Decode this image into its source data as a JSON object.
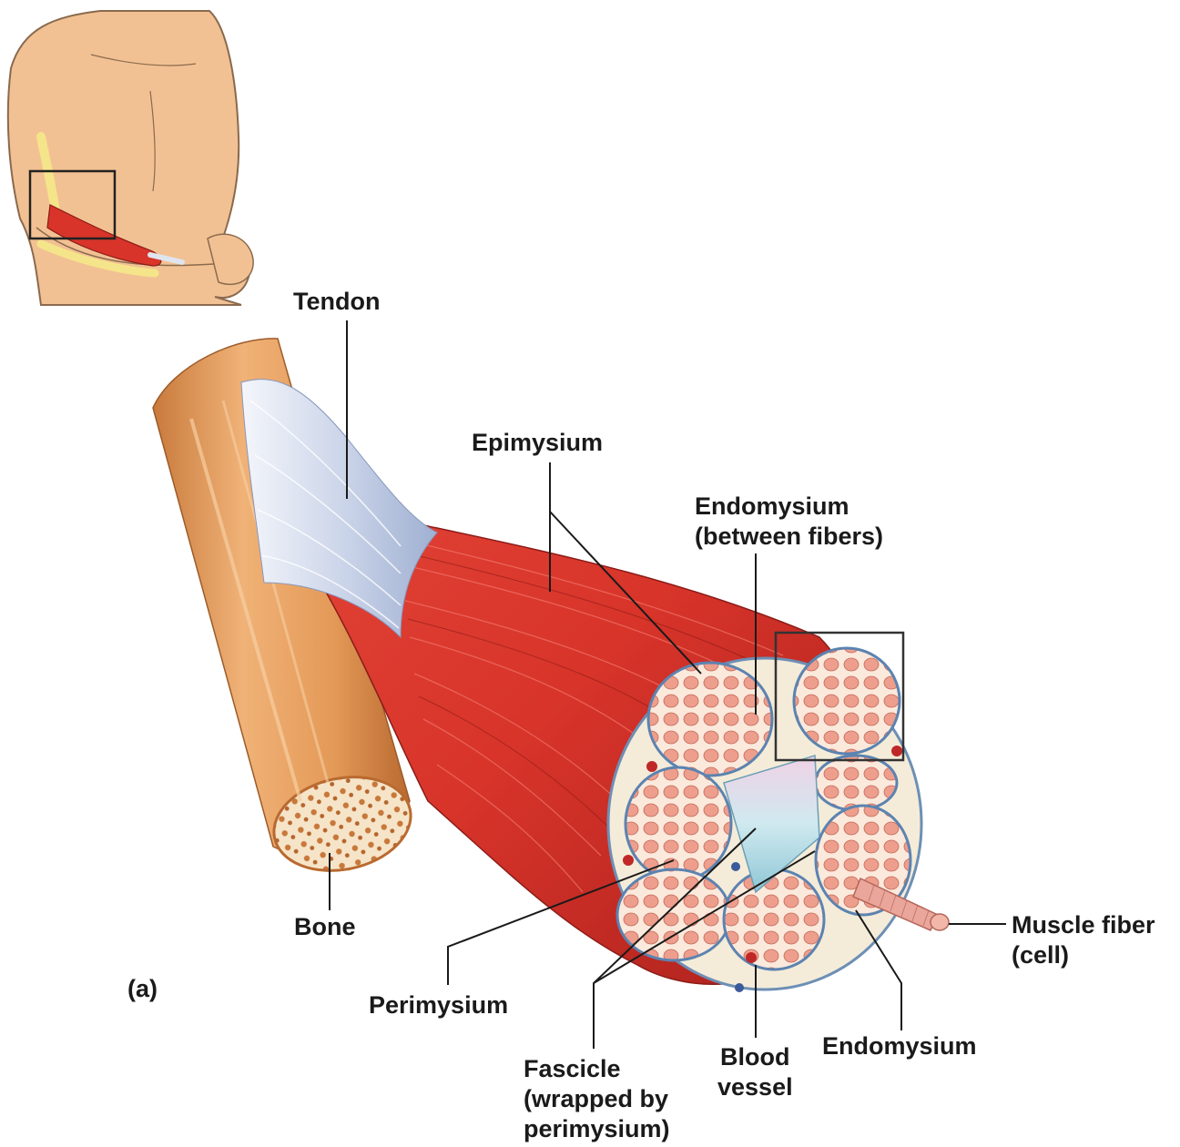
{
  "figure_tag": "(a)",
  "labels": {
    "tendon": "Tendon",
    "epimysium": "Epimysium",
    "endomysium_between": [
      "Endomysium",
      "(between fibers)"
    ],
    "bone": "Bone",
    "muscle_fiber": [
      "Muscle fiber",
      "(cell)"
    ],
    "perimysium": "Perimysium",
    "fascicle": [
      "Fascicle",
      "(wrapped by",
      "perimysium)"
    ],
    "blood_vessel": [
      "Blood",
      "vessel"
    ],
    "endomysium": "Endomysium"
  },
  "colors": {
    "skin": "#f2c193",
    "skin_outline": "#8a6a4e",
    "muscle_red": "#d8342a",
    "muscle_dark": "#a8201c",
    "bone": "#e9a261",
    "bone_shadow": "#c97a3c",
    "tendon_white": "#e8edf5",
    "tendon_blue": "#aab8d6",
    "sheath_cream": "#f4ecd9",
    "fiber_pink": "#f0a896",
    "vessel_blue": "#bfe0ea",
    "leader_line": "#1a1a1a"
  }
}
